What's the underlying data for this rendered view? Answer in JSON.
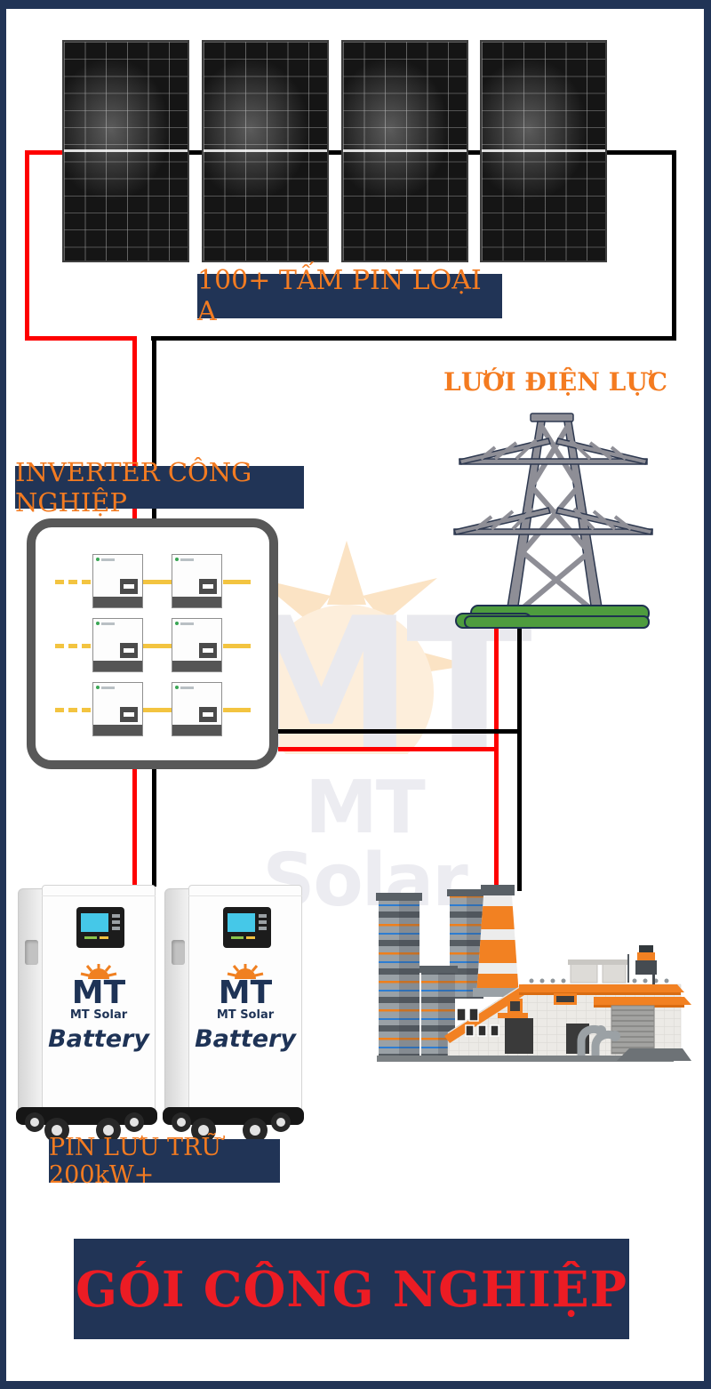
{
  "solar": {
    "label": "100+ TẤM PIN LOẠI A",
    "panel_count": 4
  },
  "utility_grid": {
    "label": "LƯỚI ĐIỆN LỰC"
  },
  "inverter": {
    "label": "INVERTER CÔNG NGHIỆP",
    "unit_count": 6
  },
  "storage": {
    "label": "PIN LƯU TRỮ 200kW+",
    "battery_count": 2,
    "battery_logo": {
      "mt": "MT",
      "brand": "MT Solar",
      "product": "Battery"
    }
  },
  "watermark": {
    "mt": "MT",
    "brand": "MT Solar"
  },
  "footer": {
    "title": "GÓI CÔNG NGHIỆP"
  },
  "colors": {
    "frame_navy": "#213456",
    "label_orange": "#f37b21",
    "title_red": "#ec1c24",
    "wire_red": "#fe0000",
    "wire_black": "#000000",
    "connector_yellow": "#f3c440",
    "grass_green": "#4e9c3e",
    "factory_orange": "#f28122"
  }
}
